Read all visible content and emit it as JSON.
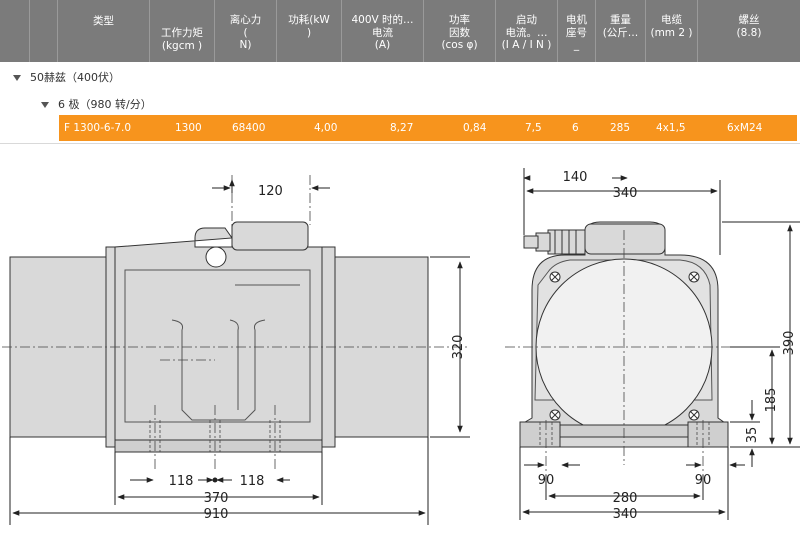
{
  "table": {
    "headers": [
      {
        "l1": "类型",
        "l2": "",
        "l3": ""
      },
      {
        "l1": "",
        "l2": "工作力矩",
        "l3": "(kgcm )"
      },
      {
        "l1": "离心力",
        "l2": "(",
        "l3": "N)"
      },
      {
        "l1": "功耗(kW",
        "l2": ")",
        "l3": ""
      },
      {
        "l1": "400V 时的…",
        "l2": "电流",
        "l3": "(A)"
      },
      {
        "l1": "功率",
        "l2": "因数",
        "l3": "(cos φ)"
      },
      {
        "l1": "启动",
        "l2": "电流。…",
        "l3": "(I A / I N )"
      },
      {
        "l1": "电机",
        "l2": "座号",
        "l3": "_"
      },
      {
        "l1": "重量",
        "l2": "(公斤…",
        "l3": ""
      },
      {
        "l1": "电缆",
        "l2": "(mm 2 )",
        "l3": ""
      },
      {
        "l1": "螺丝",
        "l2": "(8.8)",
        "l3": ""
      }
    ],
    "group1": "50赫兹（400伏）",
    "group2": "6 极（980 转/分）",
    "row": [
      "F 1300-6-7.0",
      "1300",
      "68400",
      "4,00",
      "8,27",
      "0,84",
      "7,5",
      "6",
      "285",
      "4x1,5",
      "6xM24"
    ]
  },
  "colors": {
    "header_bg": "#7b7b7b",
    "highlight": "#f7941d",
    "drawing_fill": "#d9d9d9"
  },
  "drawing": {
    "side_dims": {
      "top": "120",
      "height": "320",
      "gap1": "118",
      "gap2": "118",
      "base": "370",
      "total": "910"
    },
    "front_dims": {
      "offset": "140",
      "width_top": "340",
      "height": "390",
      "axis": "185",
      "foot": "35",
      "left_foot": "90",
      "right_foot": "90",
      "bolt": "280",
      "width_bottom": "340"
    }
  }
}
